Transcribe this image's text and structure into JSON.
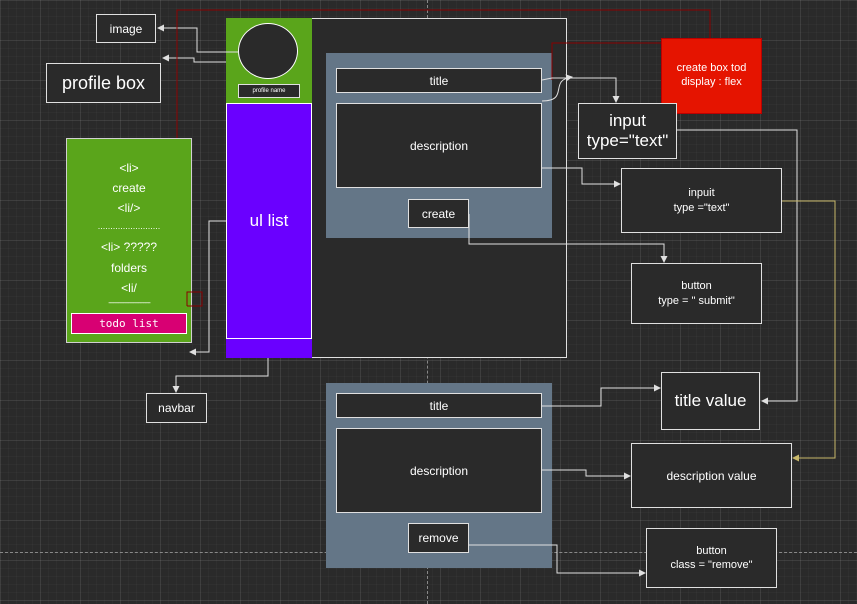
{
  "labels": {
    "image": "image",
    "profile_box": "profile box",
    "navbar": "navbar",
    "profile_name": "profile name",
    "ul_list": "ul list",
    "create_box": "create box tod\ndisplay : flex"
  },
  "sidebar_list": {
    "li_open_1": "<li>",
    "create": "create",
    "li_close_1": "<li/>",
    "sep1": ".........................",
    "li_open_2": "<li> ?????",
    "folders": "folders",
    "li_close_2": "<li/",
    "sep2": "-------------------------",
    "todo_list": "todo list"
  },
  "create_panel": {
    "title": "title",
    "description": "description",
    "button": "create"
  },
  "todo_panel": {
    "title": "title",
    "description": "description",
    "button": "remove"
  },
  "annotations": {
    "input_text": "input\ntype=\"text\"",
    "inputt_text": "inpuit\ntype =\"text\"",
    "button_submit": "button\ntype = \" submit\"",
    "title_value": "title value",
    "description_value": "description value",
    "button_remove": "button\nclass = \"remove\""
  },
  "colors": {
    "green": "#5aa51b",
    "purple": "#6a00ff",
    "red": "#e51400",
    "pink": "#d80073",
    "panel": "#647687",
    "dark_red_line": "#8b0000",
    "gold_line": "#c8b86a"
  }
}
